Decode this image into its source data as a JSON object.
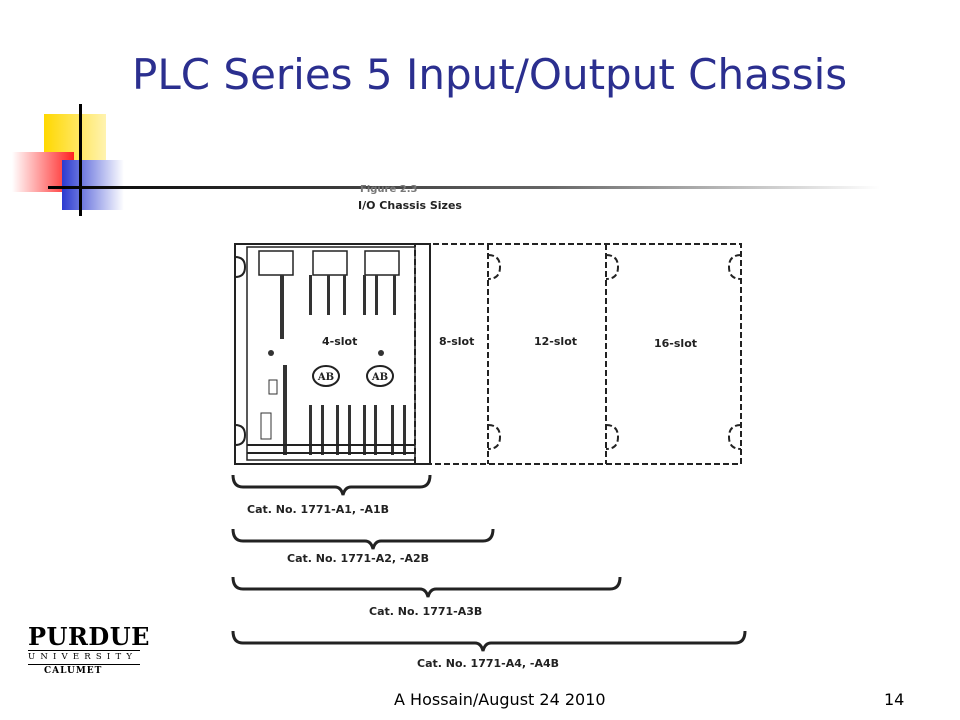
{
  "slide": {
    "title": "PLC Series 5 Input/Output Chassis",
    "footer": "A Hossain/August 24 2010",
    "page_number": "14"
  },
  "figure": {
    "caption_line1": "Figure 2.3",
    "caption_line2": "I/O Chassis Sizes",
    "slot_labels": [
      "4-slot",
      "8-slot",
      "12-slot",
      "16-slot"
    ],
    "catalog_labels": [
      "Cat. No. 1771-A1,  -A1B",
      "Cat. No. 1771-A2,  -A2B",
      "Cat. No. 1771-A3B",
      "Cat. No. 1771-A4,  -A4B"
    ],
    "ab_logo_text": "AB"
  },
  "logo": {
    "name": "PURDUE",
    "line2": "UNIVERSITY",
    "line3": "CALUMET"
  },
  "colors": {
    "title": "#2b2f8f",
    "deco_yellow": "#ffd800",
    "deco_red": "#ff2020",
    "deco_blue": "#2a3ad0"
  }
}
